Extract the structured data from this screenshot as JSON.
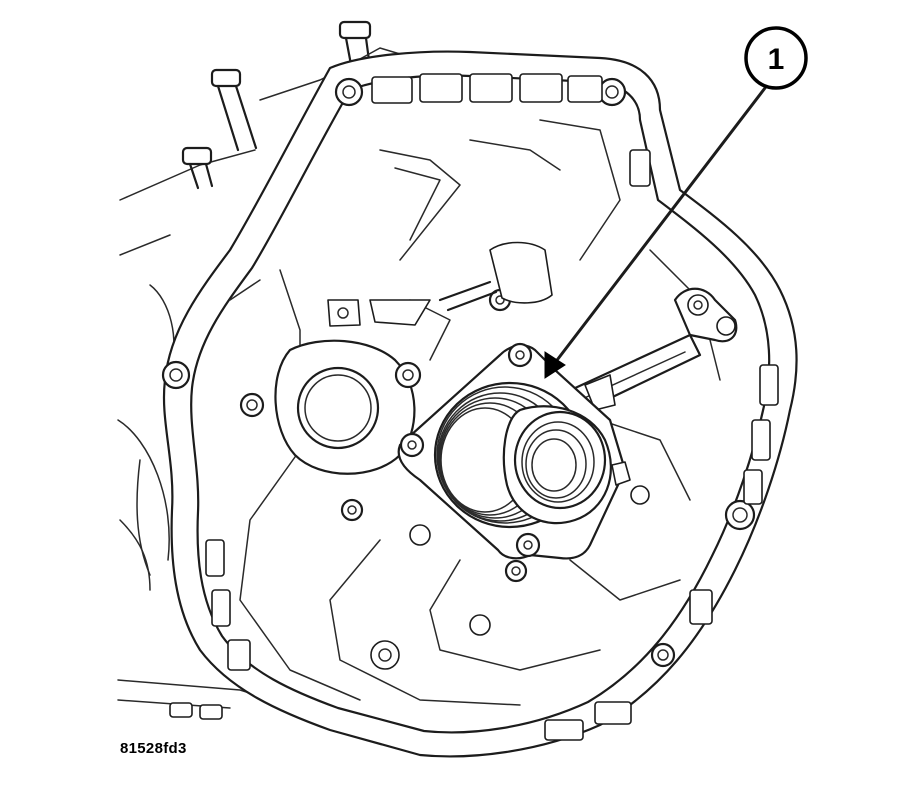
{
  "figure": {
    "callouts": [
      {
        "number": "1"
      }
    ],
    "figure_code": "81528fd3"
  },
  "icons": {
    "main": "transmission-housing-with-clutch-slave-cylinder",
    "callout": "callout-circle"
  }
}
